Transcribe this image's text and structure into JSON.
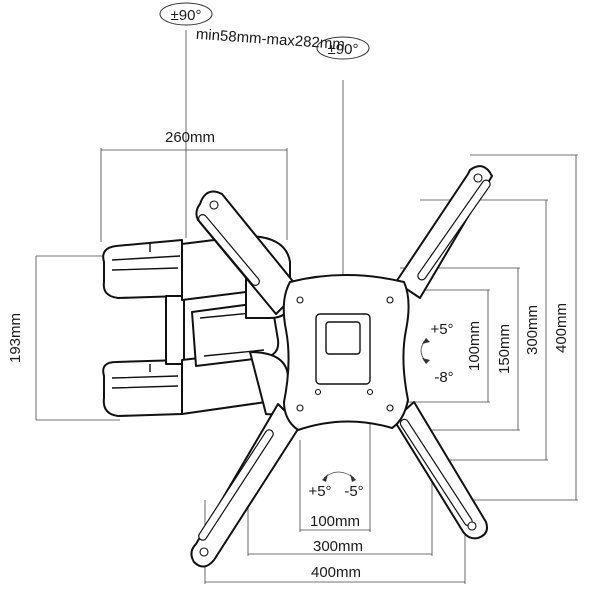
{
  "annotations": {
    "top_rotation": "±90°",
    "arm_extension": "min58mm-max282mm",
    "swivel_rotation": "±90°",
    "arm_width": "260mm",
    "arm_height": "193mm",
    "tilt_up": "+5°",
    "tilt_down": "-8°",
    "level_plus": "+5°",
    "level_minus": "-5°"
  },
  "vertical_dims": {
    "inner": "100mm",
    "middle": "150mm",
    "mid_outer": "300mm",
    "outer": "400mm"
  },
  "horizontal_dims": {
    "inner": "100mm",
    "middle": "300mm",
    "outer": "400mm"
  }
}
